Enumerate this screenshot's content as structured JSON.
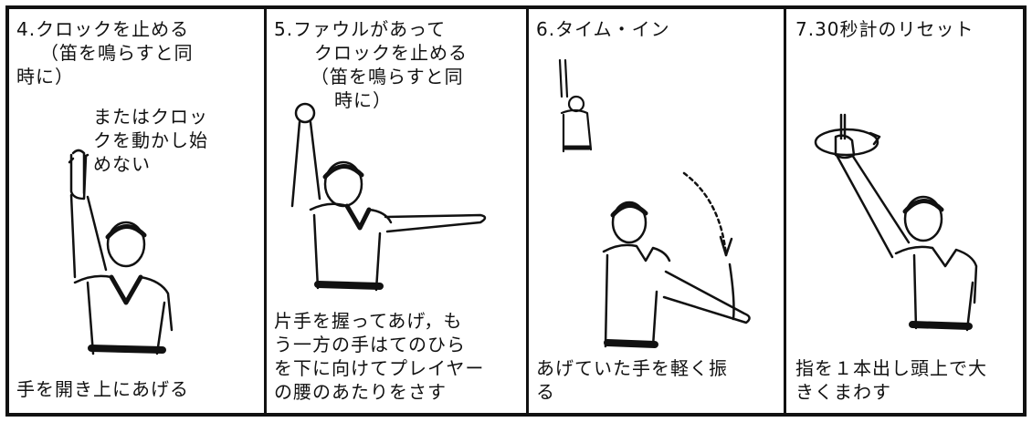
{
  "panels": [
    {
      "title": "4.クロックを止める",
      "title_lines": [
        "（笛を鳴らすと同",
        "時に）"
      ],
      "sub_lines": [
        "またはクロッ",
        "クを動かし始",
        "めない"
      ],
      "caption_lines": [
        "手を開き上にあげる"
      ],
      "figure": "referee-hand-raised-open-icon"
    },
    {
      "title": "5.ファウルがあって",
      "title_lines": [
        "クロックを止める",
        "（笛を鳴らすと同",
        "時に）"
      ],
      "caption_lines": [
        "片手を握ってあげ，も",
        "う一方の手はてのひら",
        "を下に向けてプレイヤー",
        "の腰のあたりをさす"
      ],
      "figure": "referee-fist-raised-pointing-icon"
    },
    {
      "title": "6.タイム・イン",
      "caption_lines": [
        "あげていた手を軽く振",
        "る"
      ],
      "figure": "referee-arm-swing-down-icon"
    },
    {
      "title": "7.30秒計のリセット",
      "caption_lines": [
        "指を１本出し頭上で大",
        "きくまわす"
      ],
      "figure": "referee-finger-rotate-icon"
    }
  ]
}
